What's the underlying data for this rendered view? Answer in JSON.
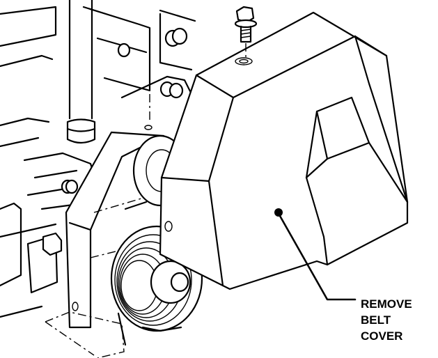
{
  "callout": {
    "lines": [
      "REMOVE",
      "BELT",
      "COVER"
    ]
  },
  "icons": {
    "screw": "hex-bolt-icon",
    "cover": "belt-cover-icon",
    "pulley": "pulley-icon"
  }
}
